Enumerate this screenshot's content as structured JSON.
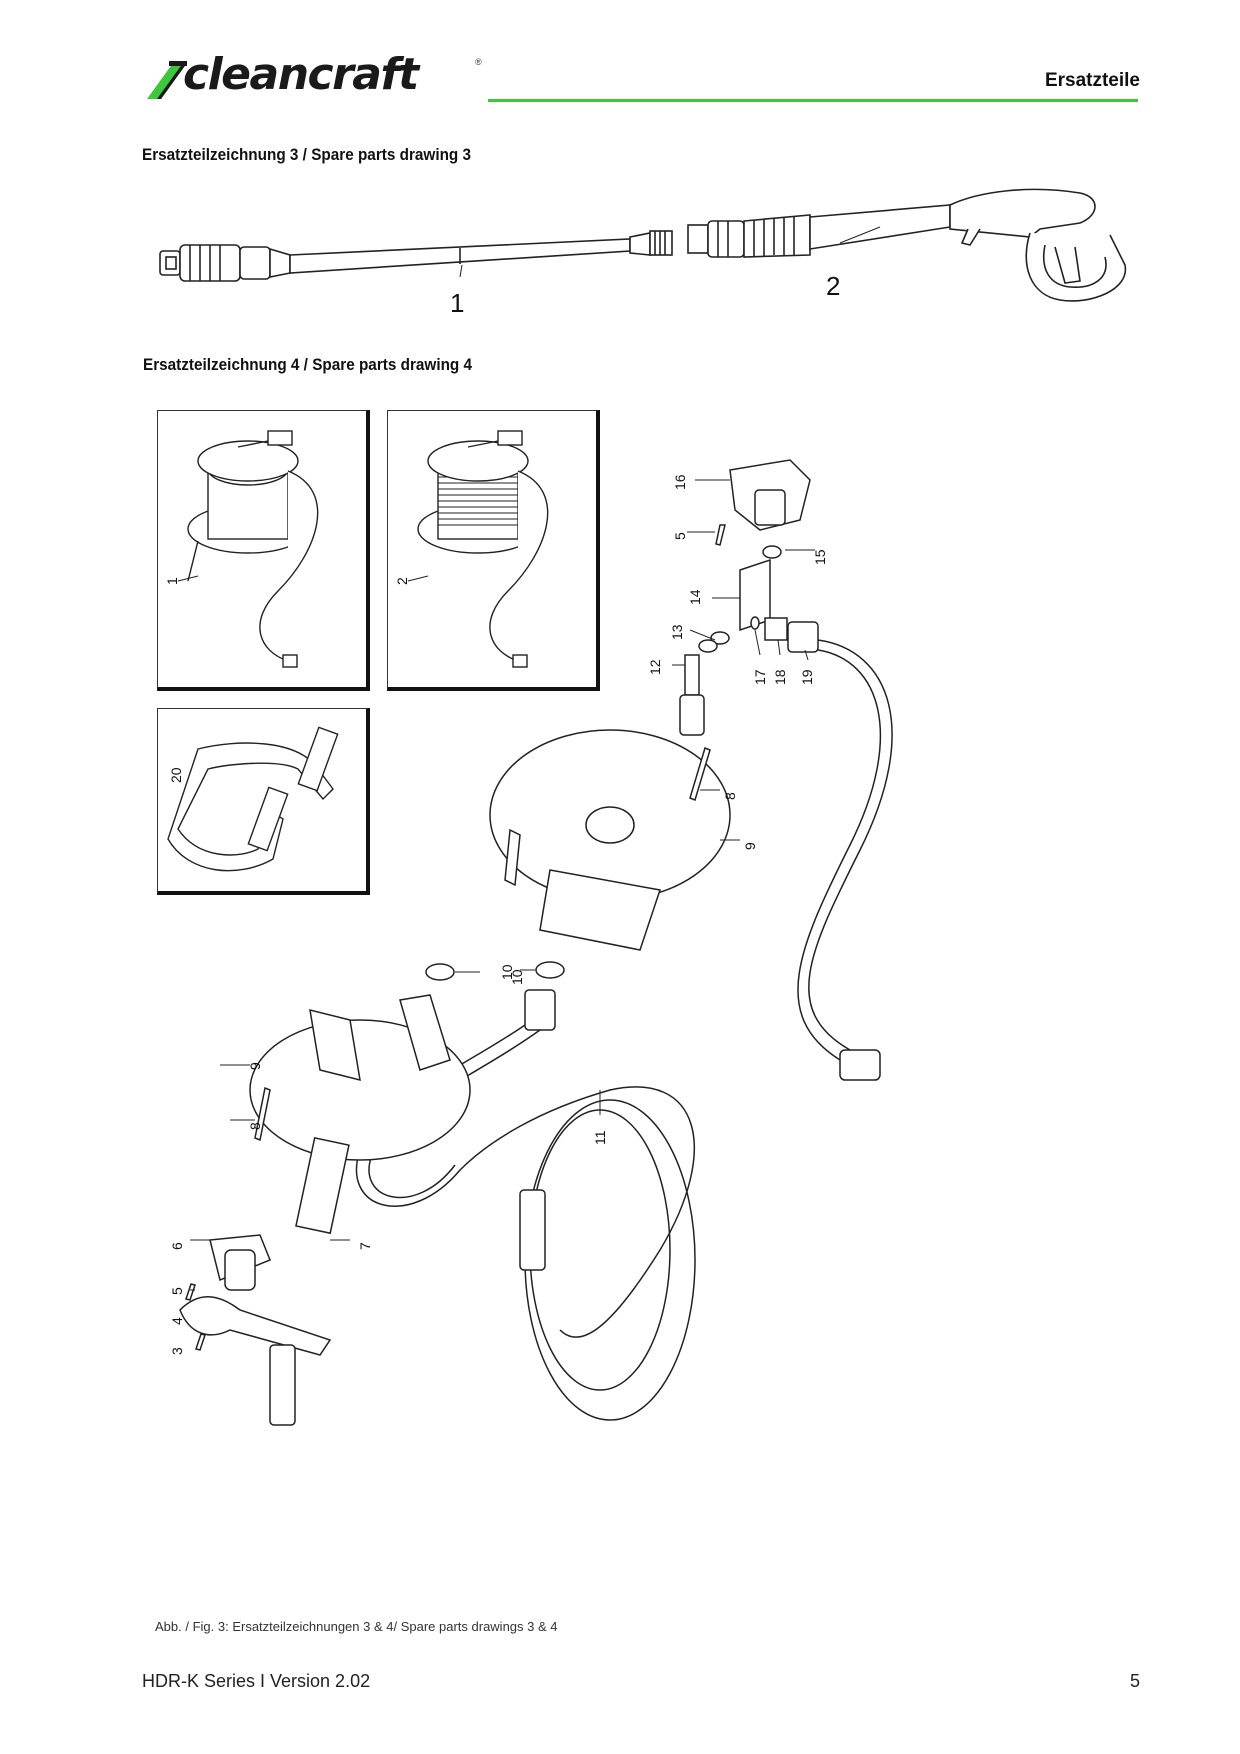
{
  "header": {
    "brand": "cleancraft",
    "brand_reg": "®",
    "title": "Ersatzteile",
    "accent_color": "#3ec63e"
  },
  "drawing3": {
    "title": "Ersatzteilzeichnung 3 / Spare parts drawing 3",
    "labels": [
      "1",
      "2"
    ]
  },
  "drawing4": {
    "title": "Ersatzteilzeichnung 4 / Spare parts drawing 4",
    "inset_labels": [
      "1",
      "2",
      "20"
    ],
    "labels": [
      "3",
      "4",
      "5",
      "5",
      "6",
      "7",
      "8",
      "8",
      "9",
      "9",
      "10",
      "10",
      "11",
      "12",
      "13",
      "14",
      "15",
      "16",
      "17",
      "18",
      "19"
    ]
  },
  "caption": "Abb. / Fig. 3: Ersatzteilzeichnungen 3 & 4/ Spare parts drawings 3 & 4",
  "footer": {
    "doc": "HDR-K Series I Version 2.02",
    "page": "5"
  }
}
